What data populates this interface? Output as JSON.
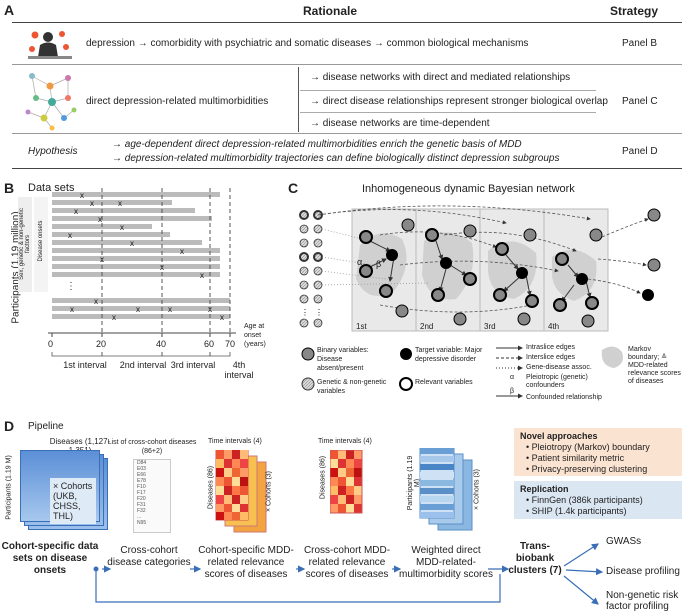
{
  "panelA": {
    "letter": "A",
    "col_rationale": "Rationale",
    "col_strategy": "Strategy",
    "row1": {
      "text": "depression → comorbidity with psychiatric and somatic diseases → common biological mechanisms",
      "strategy": "Panel B"
    },
    "row2": {
      "main": "direct depression-related multimorbidities",
      "items": [
        "→ disease networks with direct and mediated relationships",
        "→ direct disease relationships represent stronger biological overlap",
        "→ disease networks are time-dependent"
      ],
      "strategy": "Panel C"
    },
    "row3": {
      "label": "Hypothesis",
      "lines": [
        "→ age-dependent direct depression-related multimorbidities enrich the genetic basis of MDD",
        "→ depression-related multimorbidity trajectories can define biologically distinct depression subgroups"
      ],
      "strategy": "Panel D"
    }
  },
  "panelB": {
    "letter": "B",
    "title": "Data sets",
    "ylabel": "Participants (1.19 million)",
    "side1": "Sex, genetic & non-genetic factors",
    "side2": "Disease onsets",
    "ticks": [
      "0",
      "20",
      "40",
      "60",
      "70"
    ],
    "axis_label": "Age at onset (years)",
    "dots": "⋮",
    "intervals": [
      "1st interval",
      "2nd interval",
      "3rd interval",
      "4th interval"
    ]
  },
  "panelC": {
    "letter": "C",
    "title": "Inhomogeneous dynamic Bayesian network",
    "intervals": [
      "1st",
      "2nd",
      "3rd",
      "4th"
    ],
    "alpha": "α",
    "beta": "β",
    "legend": {
      "binary": "Binary variables: Disease absent/present",
      "target": "Target variable: Major depressive disorder",
      "genetic": "Genetic & non-genetic variables",
      "relevant": "Relevant variables",
      "intraslice": "Intraslice edges",
      "interslice": "Interslice edges",
      "gene_disease": "Gene-disease assoc.",
      "pleiotropic": "Pleiotropic (genetic) confounders",
      "confounded": "Confounded relationship",
      "markov": "Markov boundary; ≙ MDD-related relevance scores of diseases"
    }
  },
  "panelD": {
    "letter": "D",
    "title": "Pipeline",
    "diseases_label": "Diseases (1,127-1,351)",
    "participants_label": "Participants (1.19 M)",
    "cohorts_box": "× Cohorts (UKB, CHSS, THL)",
    "list_title": "List of cross-cohort diseases (86+2)",
    "list_codes": [
      "D84",
      "E03",
      "E66",
      "E78",
      "F10",
      "F17",
      "F20",
      "F31",
      "F32",
      "...",
      "N95"
    ],
    "time_intervals": "Time intervals (4)",
    "diseases86": "Diseases (86)",
    "cohorts3": "× Cohorts (3)",
    "step_labels": [
      "Cohort-specific data sets on disease onsets",
      "Cross-cohort disease categories",
      "Cohort-specific MDD-related relevance scores of diseases",
      "Cross-cohort MDD-related relevance scores of diseases",
      "Weighted direct MDD-related-multimorbidity scores",
      "Trans-biobank clusters (7)"
    ],
    "outputs": [
      "GWASs",
      "Disease profiling",
      "Non-genetic risk factor profiling"
    ],
    "novel_title": "Novel approaches",
    "novel_items": [
      "Pleiotropy (Markov) boundary",
      "Patient similarity metric",
      "Privacy-preserving clustering"
    ],
    "replication_title": "Replication",
    "replication_items": [
      "FinnGen (386k participants)",
      "SHIP (1.4k participants)"
    ]
  }
}
